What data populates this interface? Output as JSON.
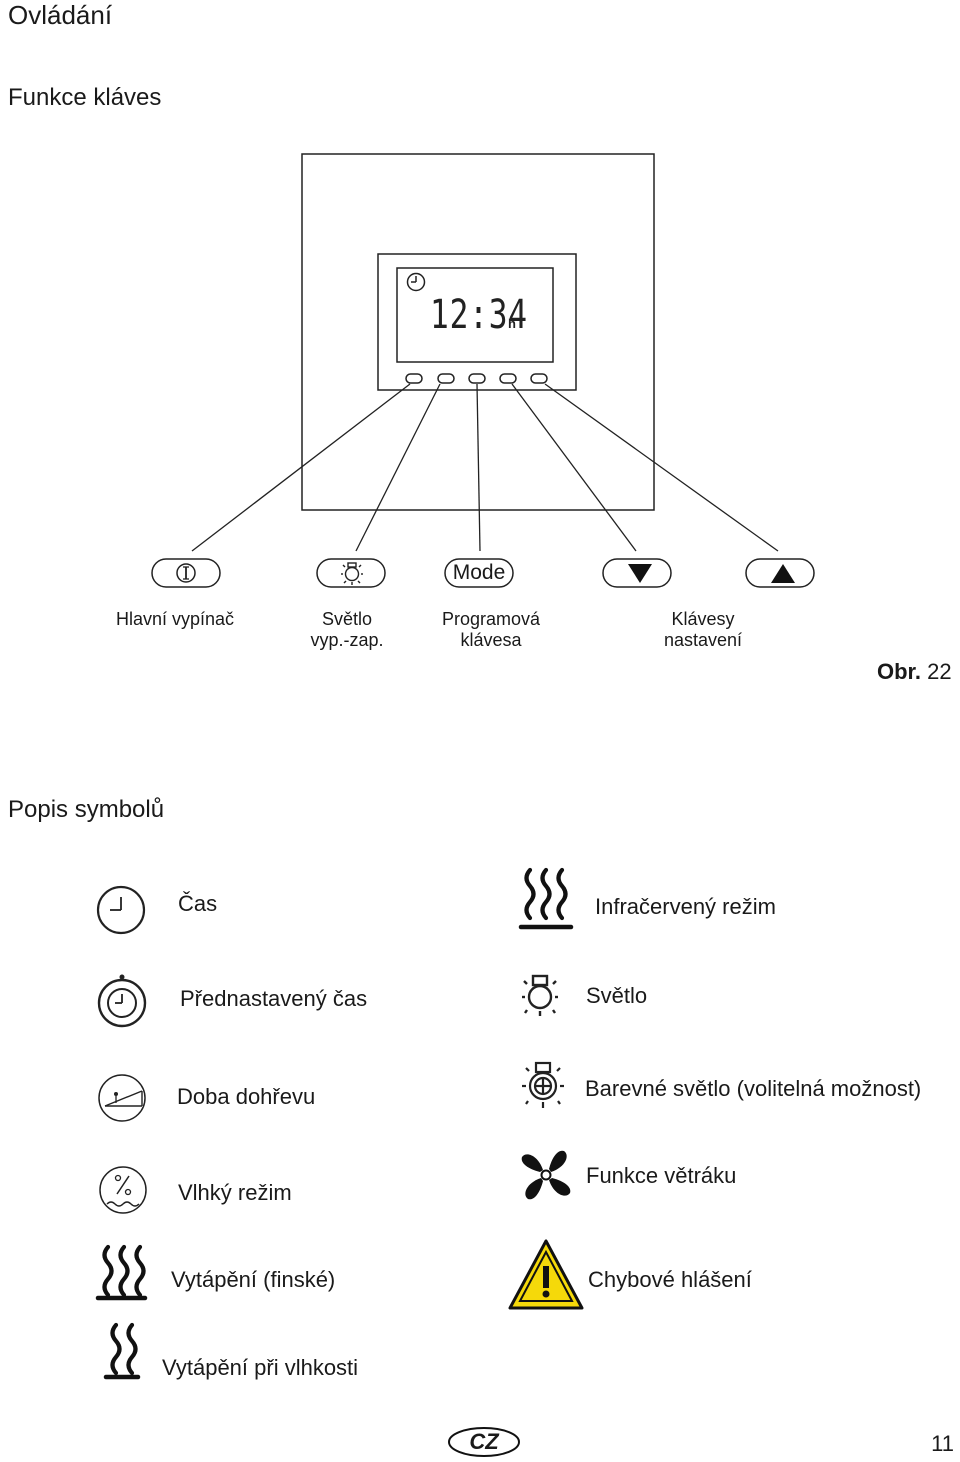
{
  "section_title": "Ovládání",
  "keys_heading": "Funkce kláves",
  "display": {
    "time": "12:34",
    "unit": "h"
  },
  "keys": [
    {
      "icon": "power-icon",
      "label_lines": [
        "Hlavní vypínač"
      ]
    },
    {
      "icon": "light-bulb-icon",
      "label_lines": [
        "Světlo",
        "vyp.-zap."
      ]
    },
    {
      "text": "Mode",
      "label_lines": [
        "Programová",
        "klávesa"
      ]
    },
    {
      "icon": "arrow-down-icon",
      "label_lines": []
    },
    {
      "icon": "arrow-up-icon",
      "label_lines": []
    }
  ],
  "settings_label_lines": [
    "Klávesy",
    "nastavení"
  ],
  "figure": {
    "prefix": "Obr.",
    "number": "22"
  },
  "symbols_heading": "Popis symbolů",
  "symbols": [
    {
      "icon": "clock-icon",
      "label": "Čas"
    },
    {
      "icon": "infrared-icon",
      "label": "Infračervený režim"
    },
    {
      "icon": "preset-timer-icon",
      "label": "Přednastavený čas"
    },
    {
      "icon": "light-icon",
      "label": "Světlo"
    },
    {
      "icon": "heatup-time-icon",
      "label": "Doba dohřevu"
    },
    {
      "icon": "color-light-icon",
      "label": "Barevné světlo (volitelná možnost)"
    },
    {
      "icon": "humidity-icon",
      "label": "Vlhký režim"
    },
    {
      "icon": "fan-icon",
      "label": "Funkce větráku"
    },
    {
      "icon": "finnish-heat-icon",
      "label": "Vytápění (finské)"
    },
    {
      "icon": "warning-icon",
      "label": "Chybové hlášení"
    },
    {
      "icon": "humid-heat-icon",
      "label": "Vytápění při vlhkosti"
    }
  ],
  "footer": {
    "country": "CZ",
    "page": "11"
  },
  "colors": {
    "warning_yellow": "#f5d90a",
    "ink": "#1a1a1a"
  }
}
